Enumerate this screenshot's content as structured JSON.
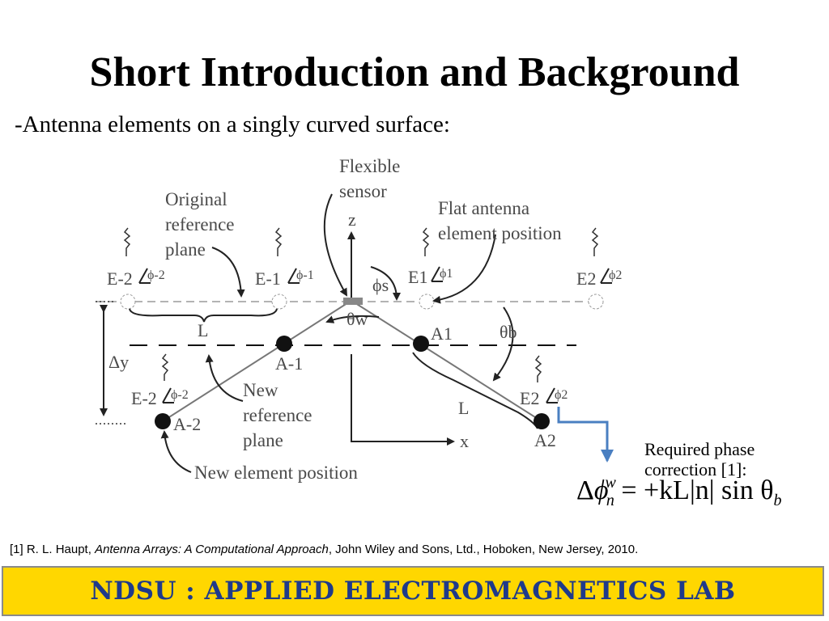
{
  "slide": {
    "title": "Short Introduction and Background",
    "subtitle": "-Antenna elements on a singly curved surface:"
  },
  "diagram": {
    "labels": {
      "flexible_sensor_1": "Flexible",
      "flexible_sensor_2": "sensor",
      "original_ref_1": "Original",
      "original_ref_2": "reference",
      "original_ref_3": "plane",
      "flat_antenna_1": "Flat antenna",
      "flat_antenna_2": "element position",
      "z_axis": "z",
      "x_axis": "x",
      "phi_s": "ϕs",
      "theta_w": "θw",
      "theta_b": "θb",
      "L_top": "L",
      "L_bottom": "L",
      "delta_y": "Δy",
      "new_ref_1": "New",
      "new_ref_2": "reference",
      "new_ref_3": "plane",
      "new_element_position": "New element position",
      "E_minus2": "E-2",
      "E_minus1": "E-1",
      "E_1": "E1",
      "E_2": "E2",
      "E_minus2_low": "E-2",
      "E_2_low": "E2",
      "phi_minus2": "ϕ-2",
      "phi_minus1": "ϕ-1",
      "phi_1": "ϕ1",
      "phi_2": "ϕ2",
      "phi_minus2_low": "ϕ-2",
      "phi_2_low": "ϕ2",
      "A_1": "A1",
      "A_minus1": "A-1",
      "A_minus2": "A-2",
      "A_2": "A2"
    },
    "colors": {
      "line": "#555555",
      "dashed": "#9a9a9a",
      "element_fill": "#111111",
      "callout_arrow": "#4a7fc1"
    }
  },
  "callout": {
    "line1": "Required phase",
    "line2": "correction [1]:"
  },
  "formula": {
    "delta": "Δ",
    "phi": "ϕ",
    "superscript": "w",
    "subscript": "n",
    "rhs": "= +kL|n| sin θ",
    "rhs_sub": "b"
  },
  "reference": {
    "prefix": "[1] R. L. Haupt, ",
    "book_title": "Antenna Arrays: A Computational Approach",
    "suffix": ", John Wiley and Sons, Ltd., Hoboken, New Jersey, 2010."
  },
  "footer": {
    "text": "NDSU : APPLIED ELECTROMAGNETICS LAB",
    "bg_color": "#ffd700",
    "text_color": "#1f3a8a"
  }
}
